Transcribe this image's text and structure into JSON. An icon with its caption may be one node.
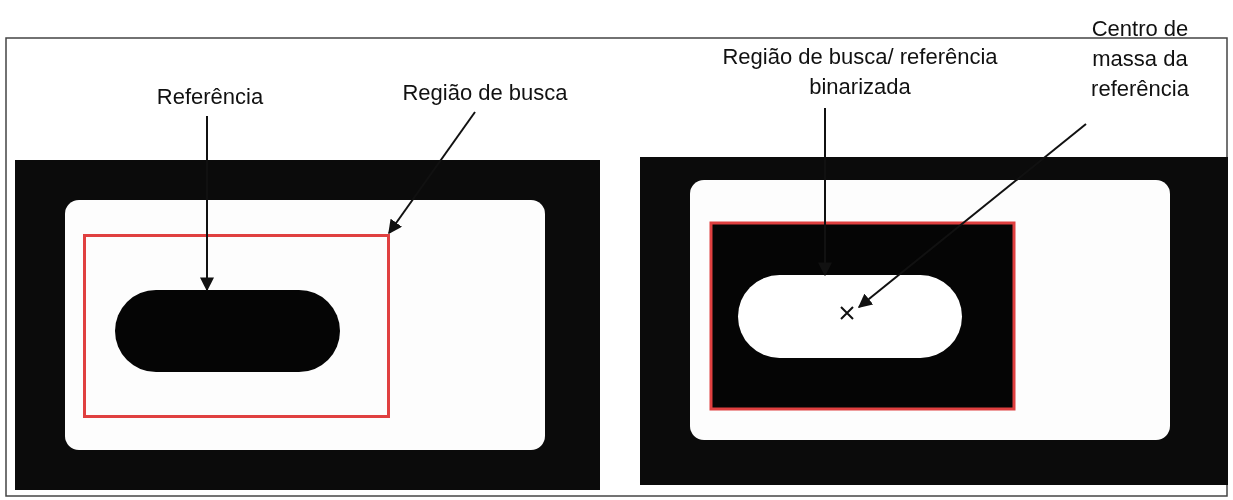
{
  "diagram": {
    "nodes": [
      {
        "text": [
          "Referência"
        ]
      },
      {
        "text": [
          "Região de busca"
        ]
      },
      {
        "text": [
          "Região de busca/ referência binarizada"
        ]
      },
      {
        "text": [
          "Centro de massa da referência"
        ]
      },
      {
        "text": [],
        "shape": "box"
      },
      {
        "text": [],
        "shape": "oval",
        "in": 4
      },
      {
        "text": [],
        "shape": "oval"
      },
      {
        "text": [],
        "shape": "cross",
        "in": 6
      }
    ],
    "edges": [
      {
        "from": 0,
        "to": 5,
        "arrow": "to"
      },
      {
        "from": 1,
        "to": 4,
        "arrow": "to"
      },
      {
        "from": 2,
        "to": 6,
        "arrow": "to"
      },
      {
        "from": 3,
        "to": 7,
        "arrow": "to"
      }
    ]
  }
}
